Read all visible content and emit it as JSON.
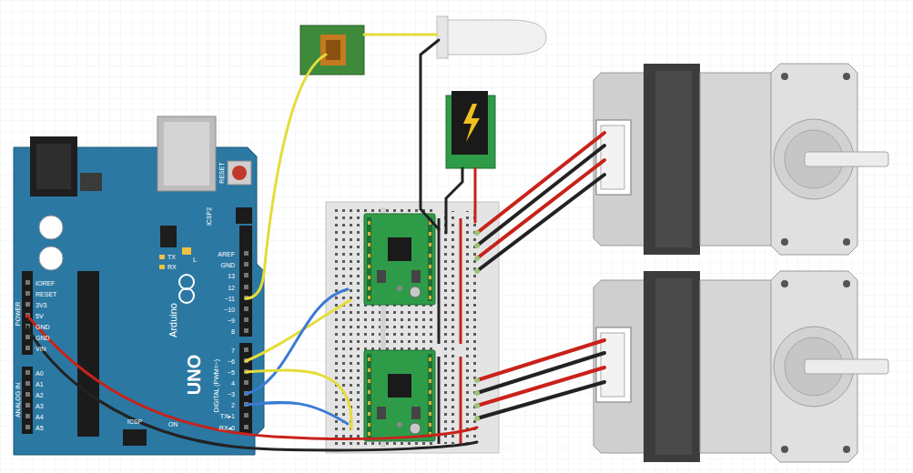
{
  "diagram": {
    "labels": [
      "RESET",
      "ICSP2",
      "AREF",
      "GND",
      "13",
      "12",
      "~11",
      "~10",
      "~9",
      "8",
      "7",
      "~6",
      "~5",
      "4",
      "~3",
      "2",
      "TX▸1",
      "RX◂0",
      "TX",
      "RX",
      "L",
      "IOREF",
      "RESET",
      "3V3",
      "5V",
      "GND",
      "GND",
      "VIN",
      "A0",
      "A1",
      "A2",
      "A3",
      "A4",
      "A5",
      "POWER",
      "ANALOG IN",
      "DIGITAL (PWM=~)",
      "Arduino",
      "UNO",
      "ICSP",
      "ON"
    ]
  }
}
